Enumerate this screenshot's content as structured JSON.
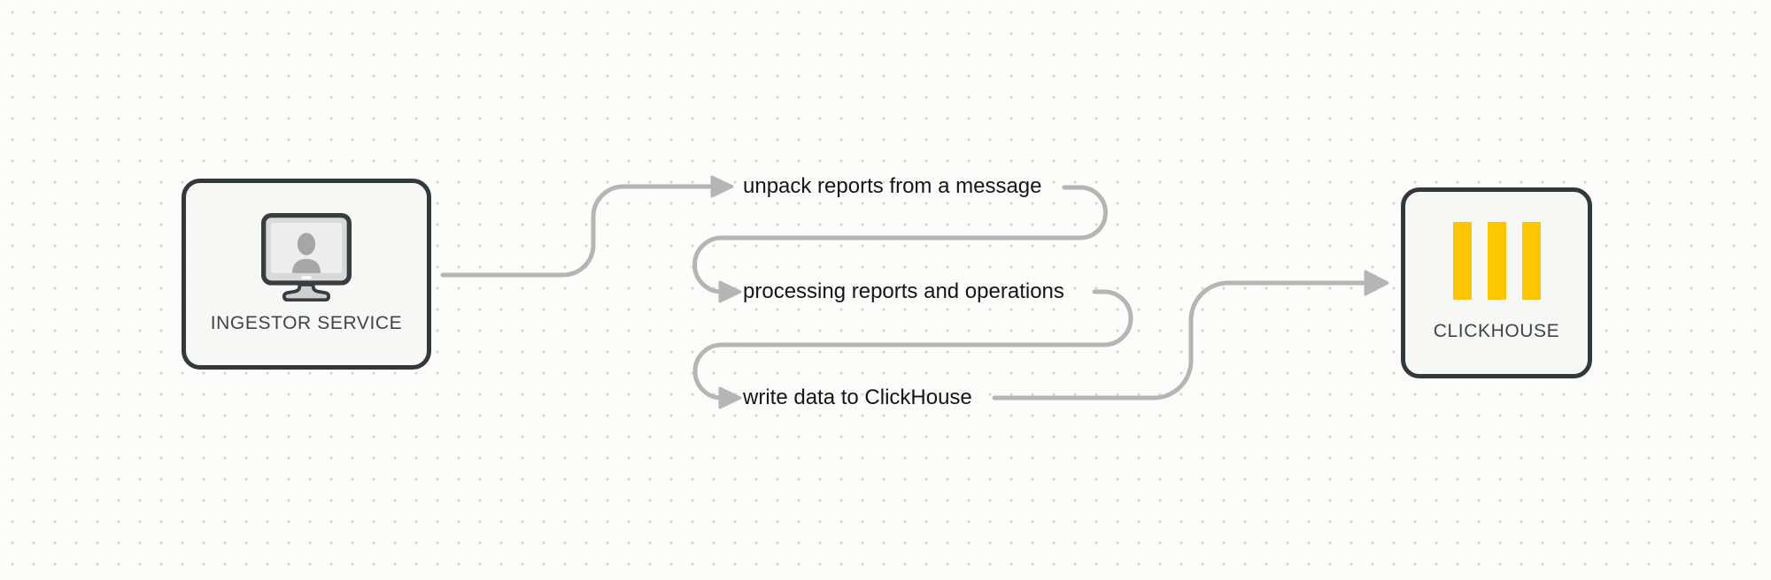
{
  "diagram": {
    "nodes": [
      {
        "id": "ingestor-service",
        "label": "INGESTOR SERVICE",
        "icon": "monitor-user-icon"
      },
      {
        "id": "clickhouse",
        "label": "CLICKHOUSE",
        "icon": "clickhouse-logo-icon"
      }
    ],
    "steps": [
      {
        "label": "unpack reports from a message"
      },
      {
        "label": "processing reports and operations"
      },
      {
        "label": "write data to ClickHouse"
      }
    ]
  },
  "colors": {
    "canvas_bg": "#fcfcfb",
    "grid_dot": "#d8d8d6",
    "connector": "#b5b5b5",
    "node_border": "#33383c",
    "node_fill": "#f7f8f6",
    "node_label_text": "#3e4449",
    "step_text": "#141619",
    "clickhouse_yellow": "#fec601",
    "monitor_frame": "#d9d9d9",
    "monitor_screen": "#ededed",
    "person_silhouette": "#a6a6a6"
  }
}
